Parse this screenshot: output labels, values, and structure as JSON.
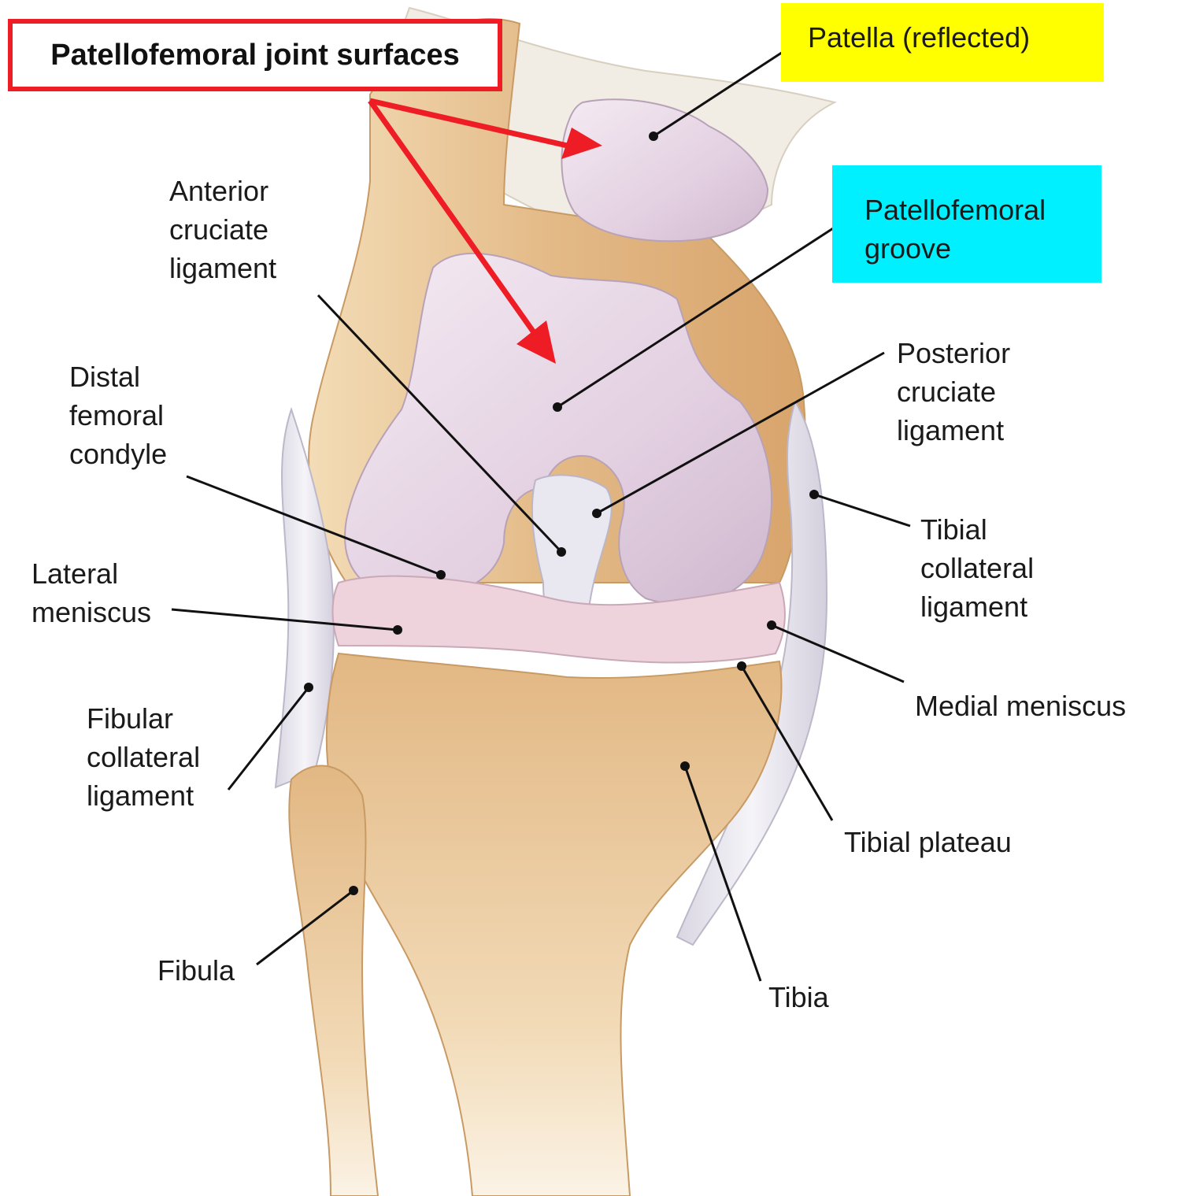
{
  "callout": {
    "text": "Patellofemoral joint surfaces",
    "border_color": "#ee1c25",
    "arrow_color": "#ee1c25"
  },
  "highlight_colors": {
    "patella": "#ffff00",
    "groove": "#00f0ff"
  },
  "illustration": {
    "bone_color": "#e5bf8c",
    "cartilage_color": "#e6d3e3",
    "ligament_color": "#e7e5ee",
    "meniscus_color": "#eed3dd",
    "leader_color": "#111111"
  },
  "labels": {
    "patella": "Patella (reflected)",
    "groove": "Patellofemoral\ngroove",
    "acl": "Anterior\ncruciate\nligament",
    "pcl": "Posterior\ncruciate\nligament",
    "condyle": "Distal\nfemoral\ncondyle",
    "lateral_meniscus": "Lateral\nmeniscus",
    "tcl": "Tibial\ncollateral\nligament",
    "medial_meniscus": "Medial meniscus",
    "fcl": "Fibular\ncollateral\nligament",
    "tibial_plateau": "Tibial plateau",
    "fibula": "Fibula",
    "tibia": "Tibia"
  }
}
